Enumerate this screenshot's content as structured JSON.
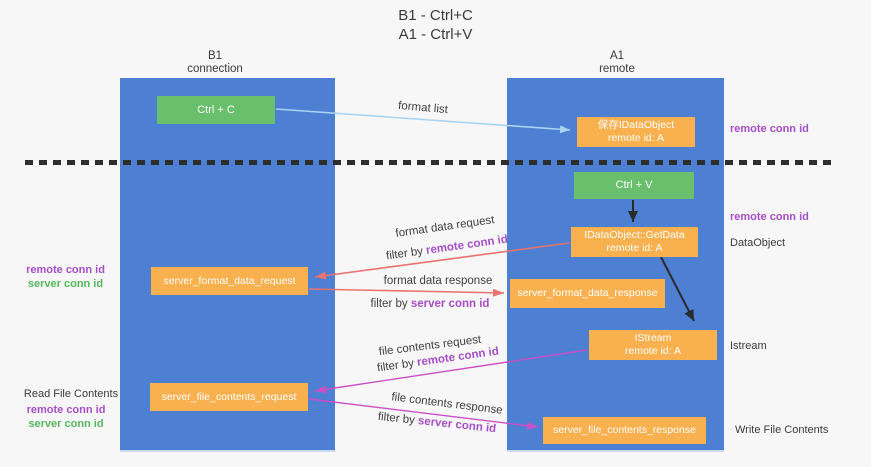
{
  "title": {
    "line1": "B1 - Ctrl+C",
    "line2": "A1 - Ctrl+V"
  },
  "lanes": {
    "left": {
      "name": "B1",
      "role": "connection"
    },
    "right": {
      "name": "A1",
      "role": "remote"
    }
  },
  "nodes": {
    "ctrl_c": {
      "label": "Ctrl + C"
    },
    "ctrl_v": {
      "label": "Ctrl + V"
    },
    "save_dataobject": {
      "line1": "保存IDataObject",
      "line2": "remote id: A"
    },
    "getdata": {
      "line1": "IDataObject::GetData",
      "line2": "remote id: A"
    },
    "istream": {
      "line1": "IStream",
      "line2": "remote id: A"
    },
    "format_request": {
      "label": "server_format_data_request"
    },
    "format_response": {
      "label": "server_format_data_response"
    },
    "file_request": {
      "label": "server_file_contents_request"
    },
    "file_response": {
      "label": "server_file_contents_response"
    }
  },
  "arrows": {
    "format_list": {
      "label": "format list"
    },
    "format_request": {
      "label": "format data request",
      "filter_prefix": "filter by ",
      "filter_key": "remote conn id"
    },
    "format_response": {
      "label": "format data response",
      "filter_prefix": "filter by ",
      "filter_key": "server conn id"
    },
    "file_request": {
      "label": "file contents request",
      "filter_prefix": "filter by ",
      "filter_key": "remote conn id"
    },
    "file_response": {
      "label": "file contents response",
      "filter_prefix": "filter by ",
      "filter_key": "server conn id"
    }
  },
  "side_labels": {
    "remote_conn_top": "remote conn id",
    "remote_conn_mid": "remote conn id",
    "dataobject": "DataObject",
    "istream": "Istream",
    "write_file": "Write File Contents",
    "read_file": "Read File Contents",
    "left_top_remote": "remote conn id",
    "left_top_server": "server conn id",
    "left_bottom_remote": "remote conn id",
    "left_bottom_server": "server conn id"
  },
  "colors": {
    "lane_blue": "#4d7fd3",
    "box_orange": "#f9b04e",
    "box_green": "#6abf6c",
    "purple_text": "#a64fc8",
    "green_text": "#55b85c",
    "arrow_lightblue": "#a9d3f2",
    "arrow_salmon": "#e8736f",
    "arrow_magenta": "#cb4fc6",
    "arrow_black": "#2a2a2a"
  }
}
